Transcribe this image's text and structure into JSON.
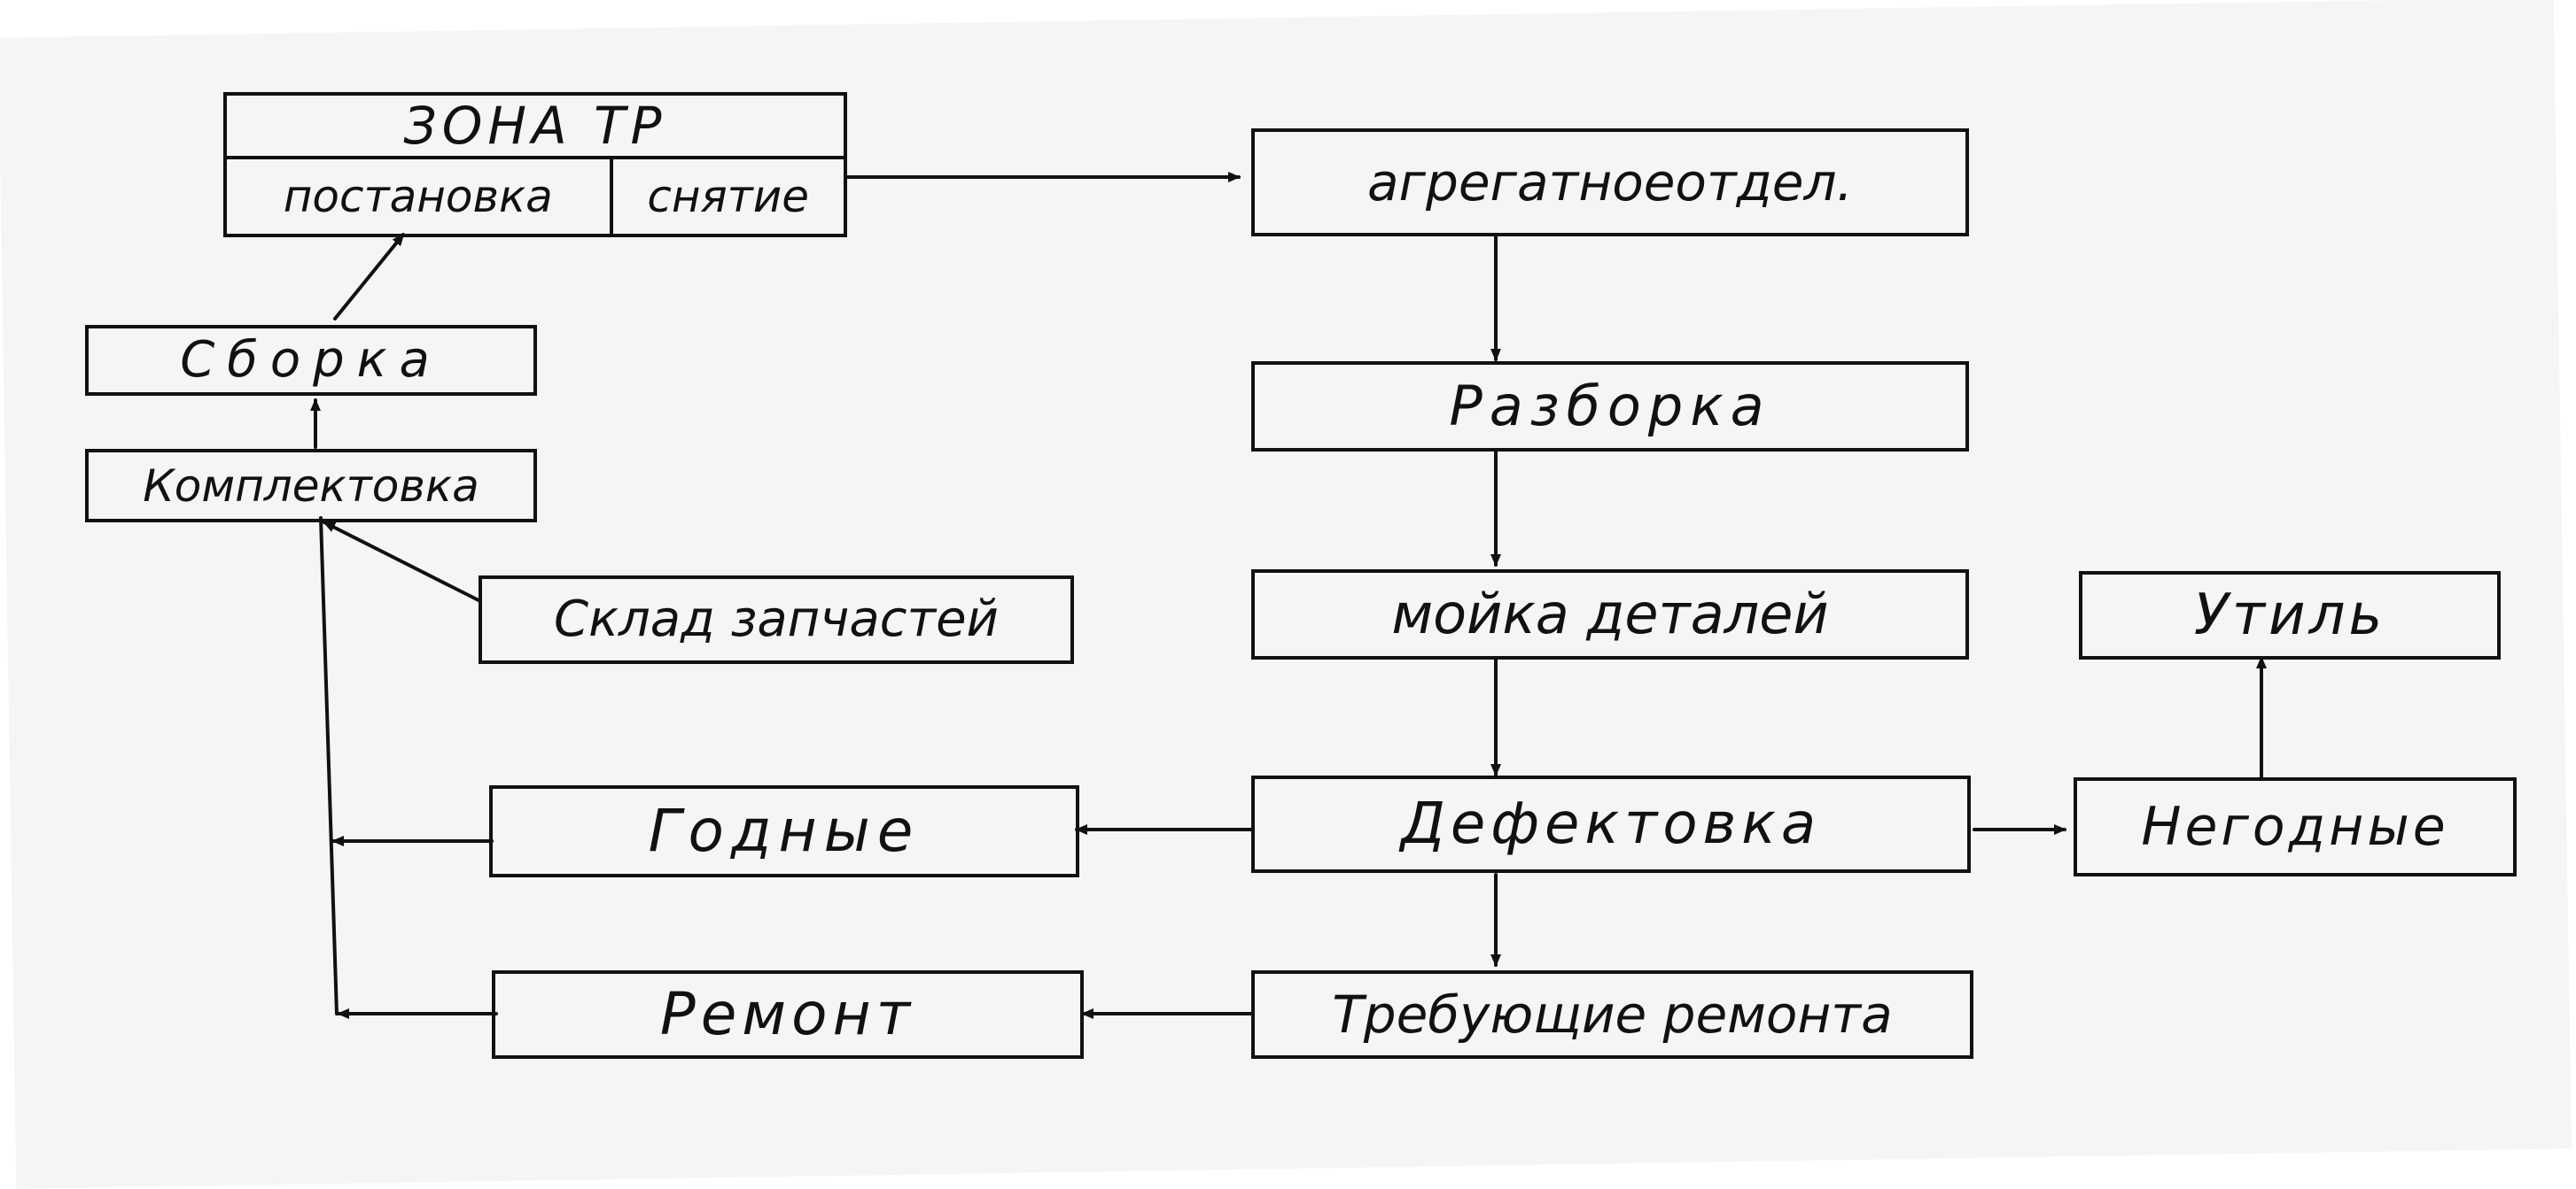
{
  "zone": {
    "title": "ЗОНА ТР",
    "install": "постановка",
    "remove": "снятие"
  },
  "nodes": {
    "assembly": "Сборка",
    "kitting": "Комплектовка",
    "spare_parts_store": "Склад запчастей",
    "unit_department": "агрегатноеотдел.",
    "disassembly": "Разборка",
    "parts_washing": "мойка деталей",
    "defect_inspection": "Дефектовка",
    "unfit": "Негодные",
    "scrap": "Утиль",
    "fit": "Годные",
    "needs_repair": "Требующие ремонта",
    "repair": "Ремонт"
  },
  "colors": {
    "ink": "#111111",
    "paper": "#f5f5f3"
  }
}
